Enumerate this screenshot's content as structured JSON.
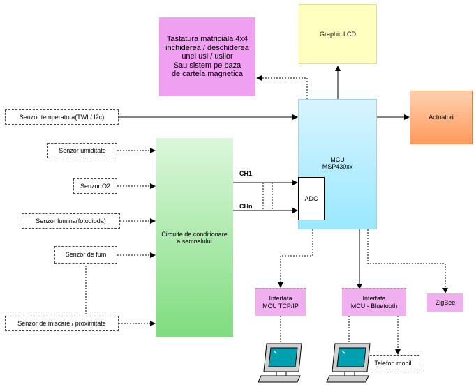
{
  "diagram": {
    "keypad": {
      "lines": [
        "Tastatura matriciala 4x4",
        "inchiderea / deschiderea",
        "unei usi / usilor",
        "Sau sistem pe baza",
        "de cartela magnetica"
      ]
    },
    "lcd": {
      "label": "Graphic LCD"
    },
    "actuators": {
      "label": "Actuatori"
    },
    "mcu": {
      "line1": "MCU",
      "line2": "MSP430xx"
    },
    "adc": {
      "label": "ADC"
    },
    "conditioning": {
      "line1": "Circuite de conditionare",
      "line2": "a semnalului"
    },
    "channels": {
      "ch1": "CH1",
      "chn": "CHn"
    },
    "sensors": {
      "temperature": "Senzor temperatura(TWI / I2c)",
      "humidity": "Senzor umiditate",
      "o2": "Senzor O2",
      "light": "Senzor lumina(fotodioda)",
      "smoke": "Senzor de fum",
      "motion": "Senzor de miscare / proximitate"
    },
    "interfaces": {
      "tcpip": {
        "line1": "Interfata",
        "line2": "MCU TCP/IP"
      },
      "bluetooth": {
        "line1": "Interfata",
        "line2": "MCU - Bluetooth"
      },
      "zigbee": "ZigBee"
    },
    "phone": "Telefon mobil",
    "colors": {
      "keypad": "#f0a0f0",
      "lcd": "#ffffc0",
      "actuators": "#ff9a5c",
      "mcu_top": "#d8f4ff",
      "mcu_bottom": "#9ae8ff",
      "conditioning_top": "#dcf7dc",
      "conditioning_bottom": "#7fdc7f",
      "interface": "#f0b0f0"
    },
    "icons": [
      "computer-monitor-icon",
      "computer-monitor-icon"
    ]
  }
}
